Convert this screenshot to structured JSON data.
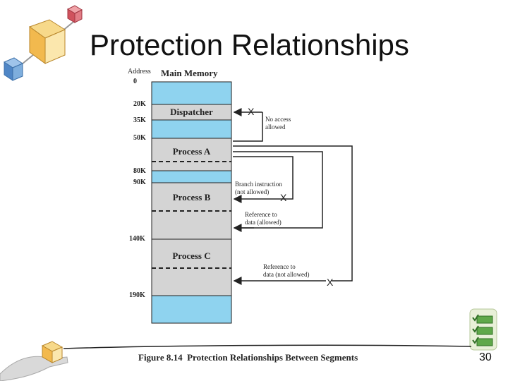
{
  "slide": {
    "title": "Protection Relationships",
    "slide_number": "30"
  },
  "figure": {
    "header_address": "Address",
    "header_memory": "Main Memory",
    "addresses": [
      "0",
      "20K",
      "35K",
      "50K",
      "80K",
      "90K",
      "140K",
      "190K"
    ],
    "segments": {
      "dispatcher": "Dispatcher",
      "process_a": "Process A",
      "process_b": "Process B",
      "process_c": "Process C"
    },
    "annotations": {
      "no_access_1": "No access",
      "no_access_2": "allowed",
      "branch_1": "Branch instruction",
      "branch_2": "(not allowed)",
      "ref_data_1": "Reference to",
      "ref_data_2": "data (allowed)",
      "ref_data_na_1": "Reference to",
      "ref_data_na_2": "data (not allowed)",
      "x_mark": "X"
    },
    "caption_number": "Figure 8.14",
    "caption_text": "Protection Relationships Between Segments"
  },
  "colors": {
    "free_memory": "#8fd3ef",
    "process_memory": "#d4d4d4",
    "line": "#222222"
  },
  "icons": [
    "cube-cluster-icon",
    "hand-holding-cube-icon",
    "checklist-icon"
  ]
}
